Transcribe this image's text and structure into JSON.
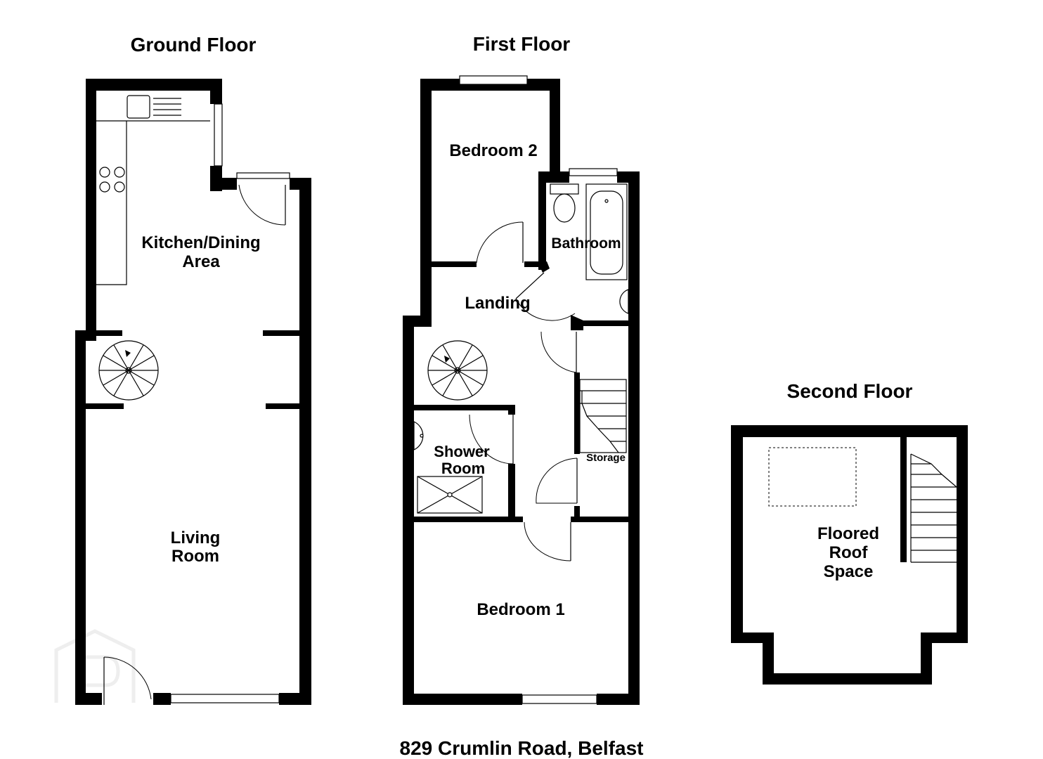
{
  "floors": {
    "ground": {
      "title": "Ground Floor",
      "rooms": {
        "kitchen_line1": "Kitchen/Dining",
        "kitchen_line2": "Area",
        "living_line1": "Living",
        "living_line2": "Room"
      }
    },
    "first": {
      "title": "First Floor",
      "rooms": {
        "bedroom2": "Bedroom 2",
        "bathroom": "Bathroom",
        "landing": "Landing",
        "shower_line1": "Shower",
        "shower_line2": "Room",
        "storage": "Storage",
        "bedroom1": "Bedroom 1"
      }
    },
    "second": {
      "title": "Second Floor",
      "rooms": {
        "roof_line1": "Floored",
        "roof_line2": "Roof",
        "roof_line3": "Space"
      }
    }
  },
  "address": "829 Crumlin Road, Belfast",
  "colors": {
    "wall": "#000000",
    "background": "#ffffff",
    "watermark": "#eeeeee"
  }
}
